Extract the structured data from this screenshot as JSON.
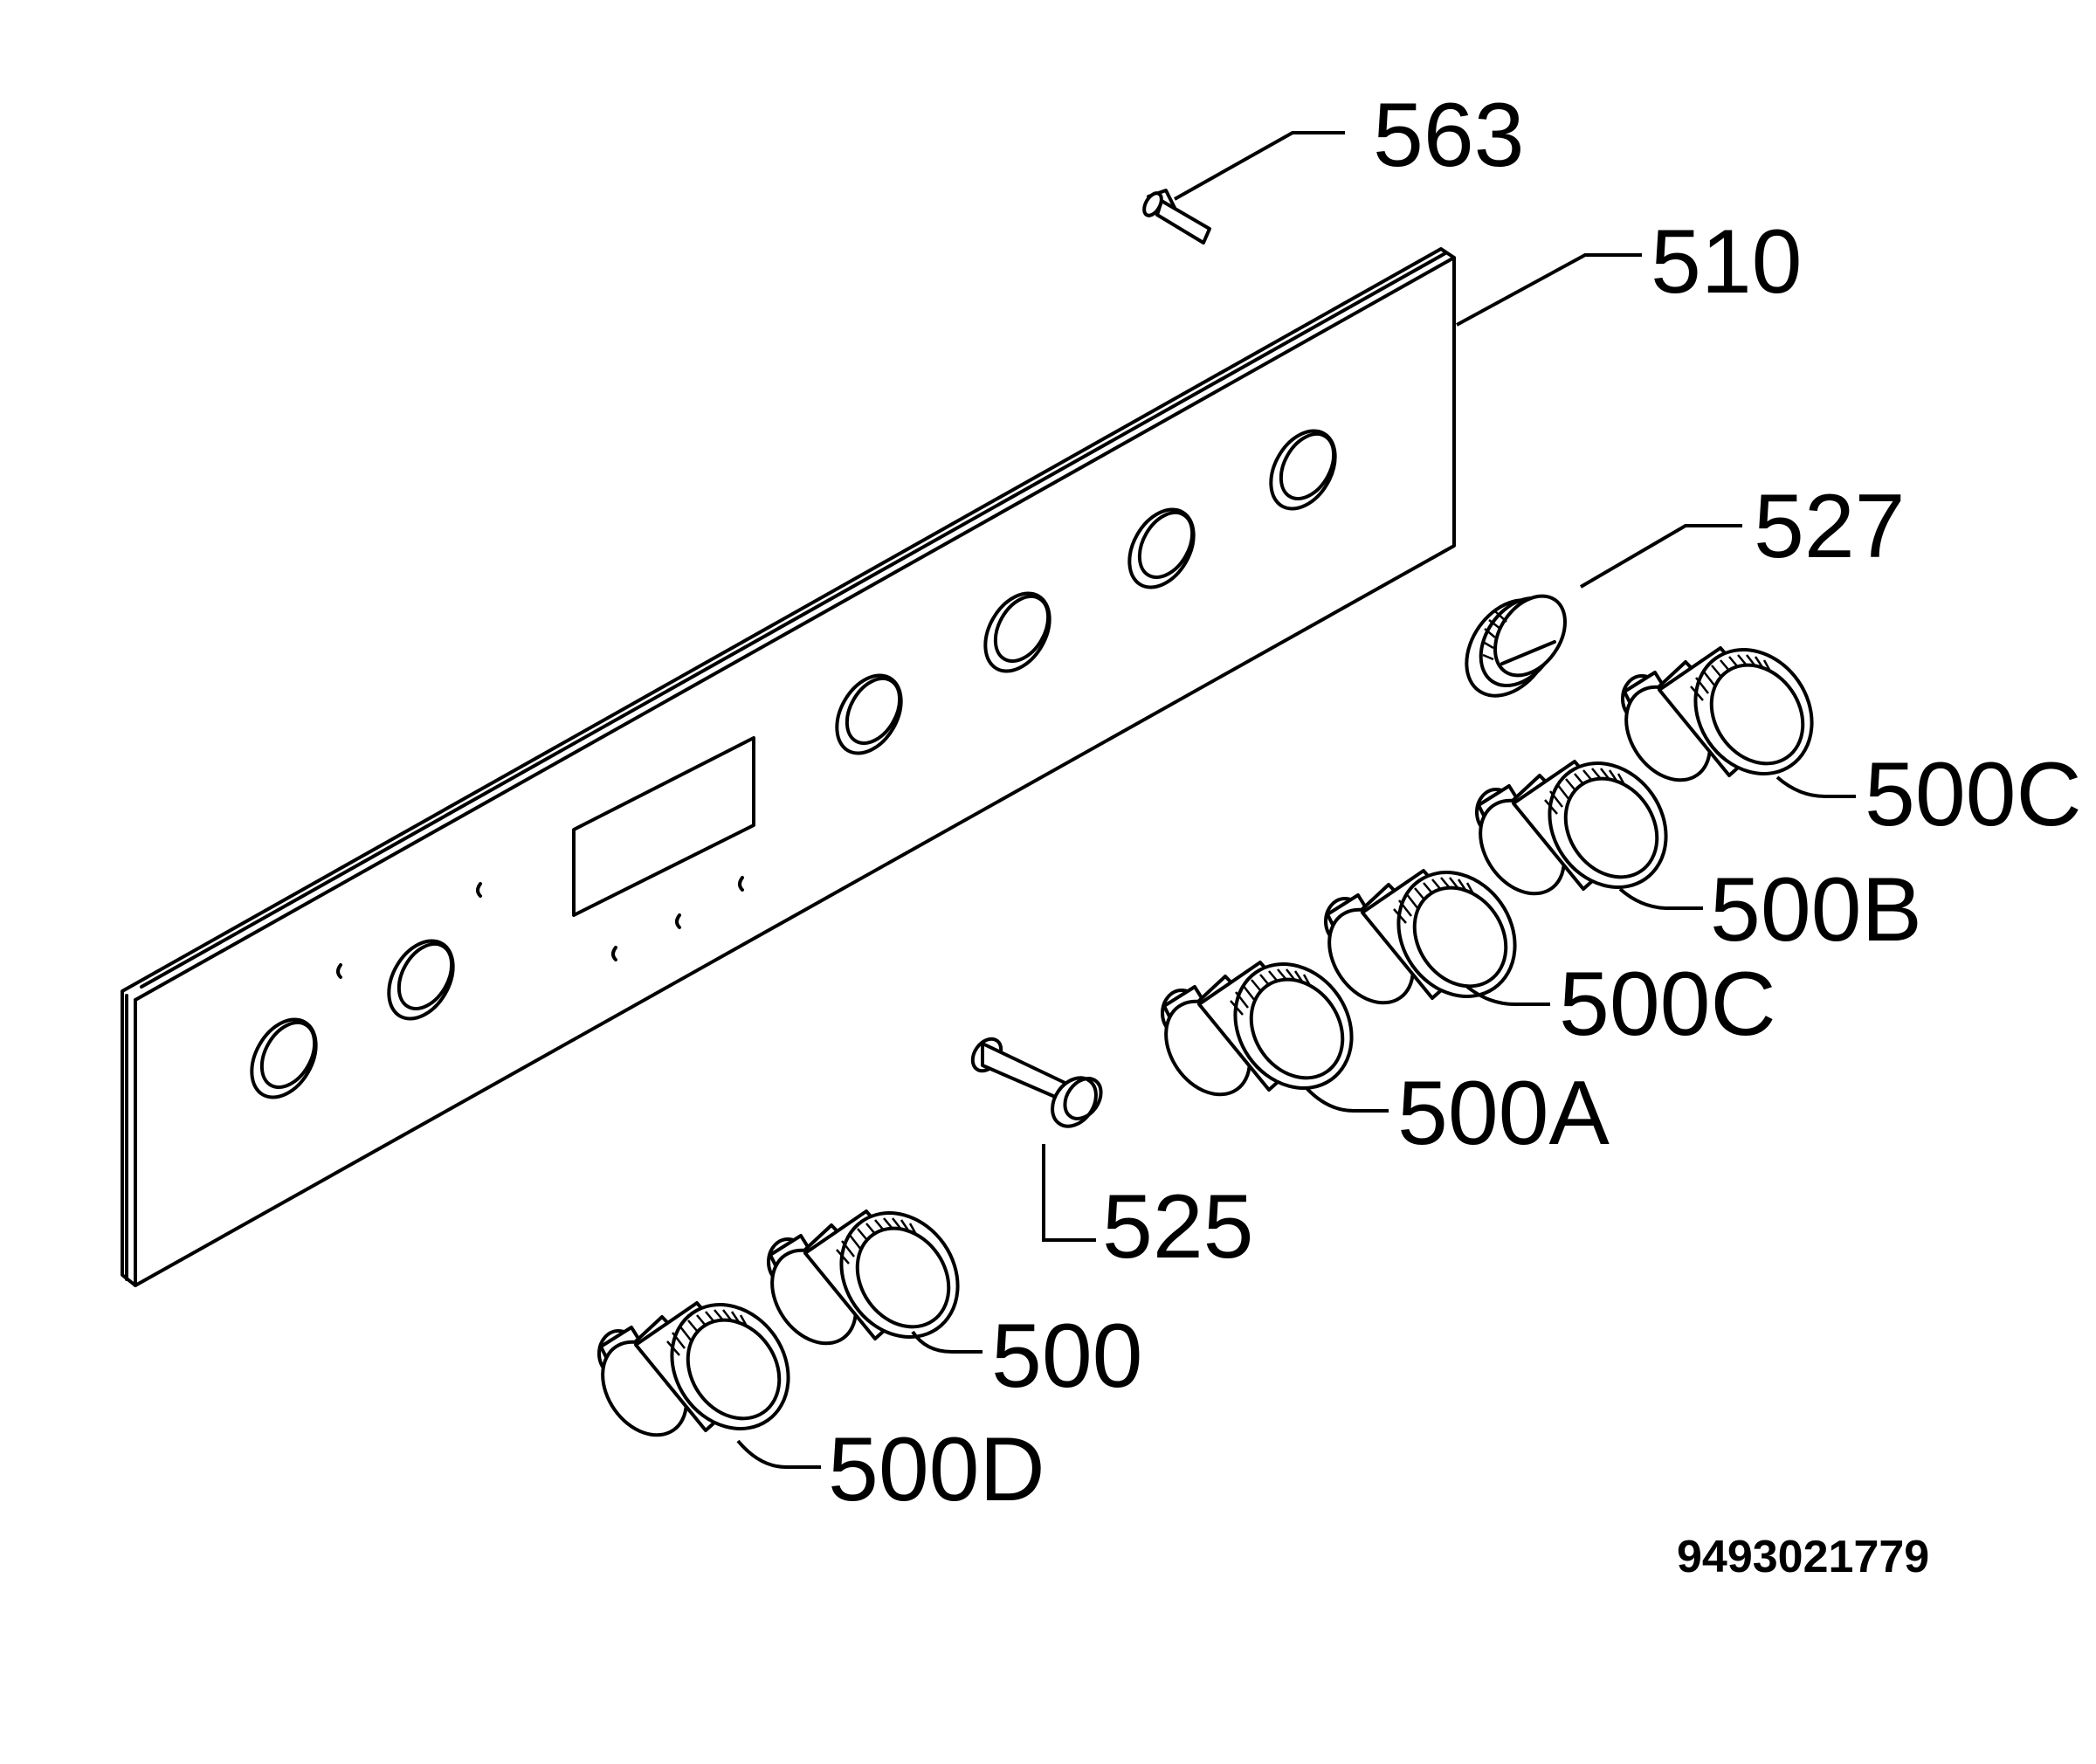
{
  "callouts": {
    "c563": "563",
    "c510": "510",
    "c527": "527",
    "c500c_top": "500C",
    "c500b": "500B",
    "c500c_mid": "500C",
    "c500a": "500A",
    "c525": "525",
    "c500": "500",
    "c500d": "500D"
  },
  "document_number": "9493021779",
  "colors": {
    "line": "#000000",
    "background": "#ffffff"
  }
}
